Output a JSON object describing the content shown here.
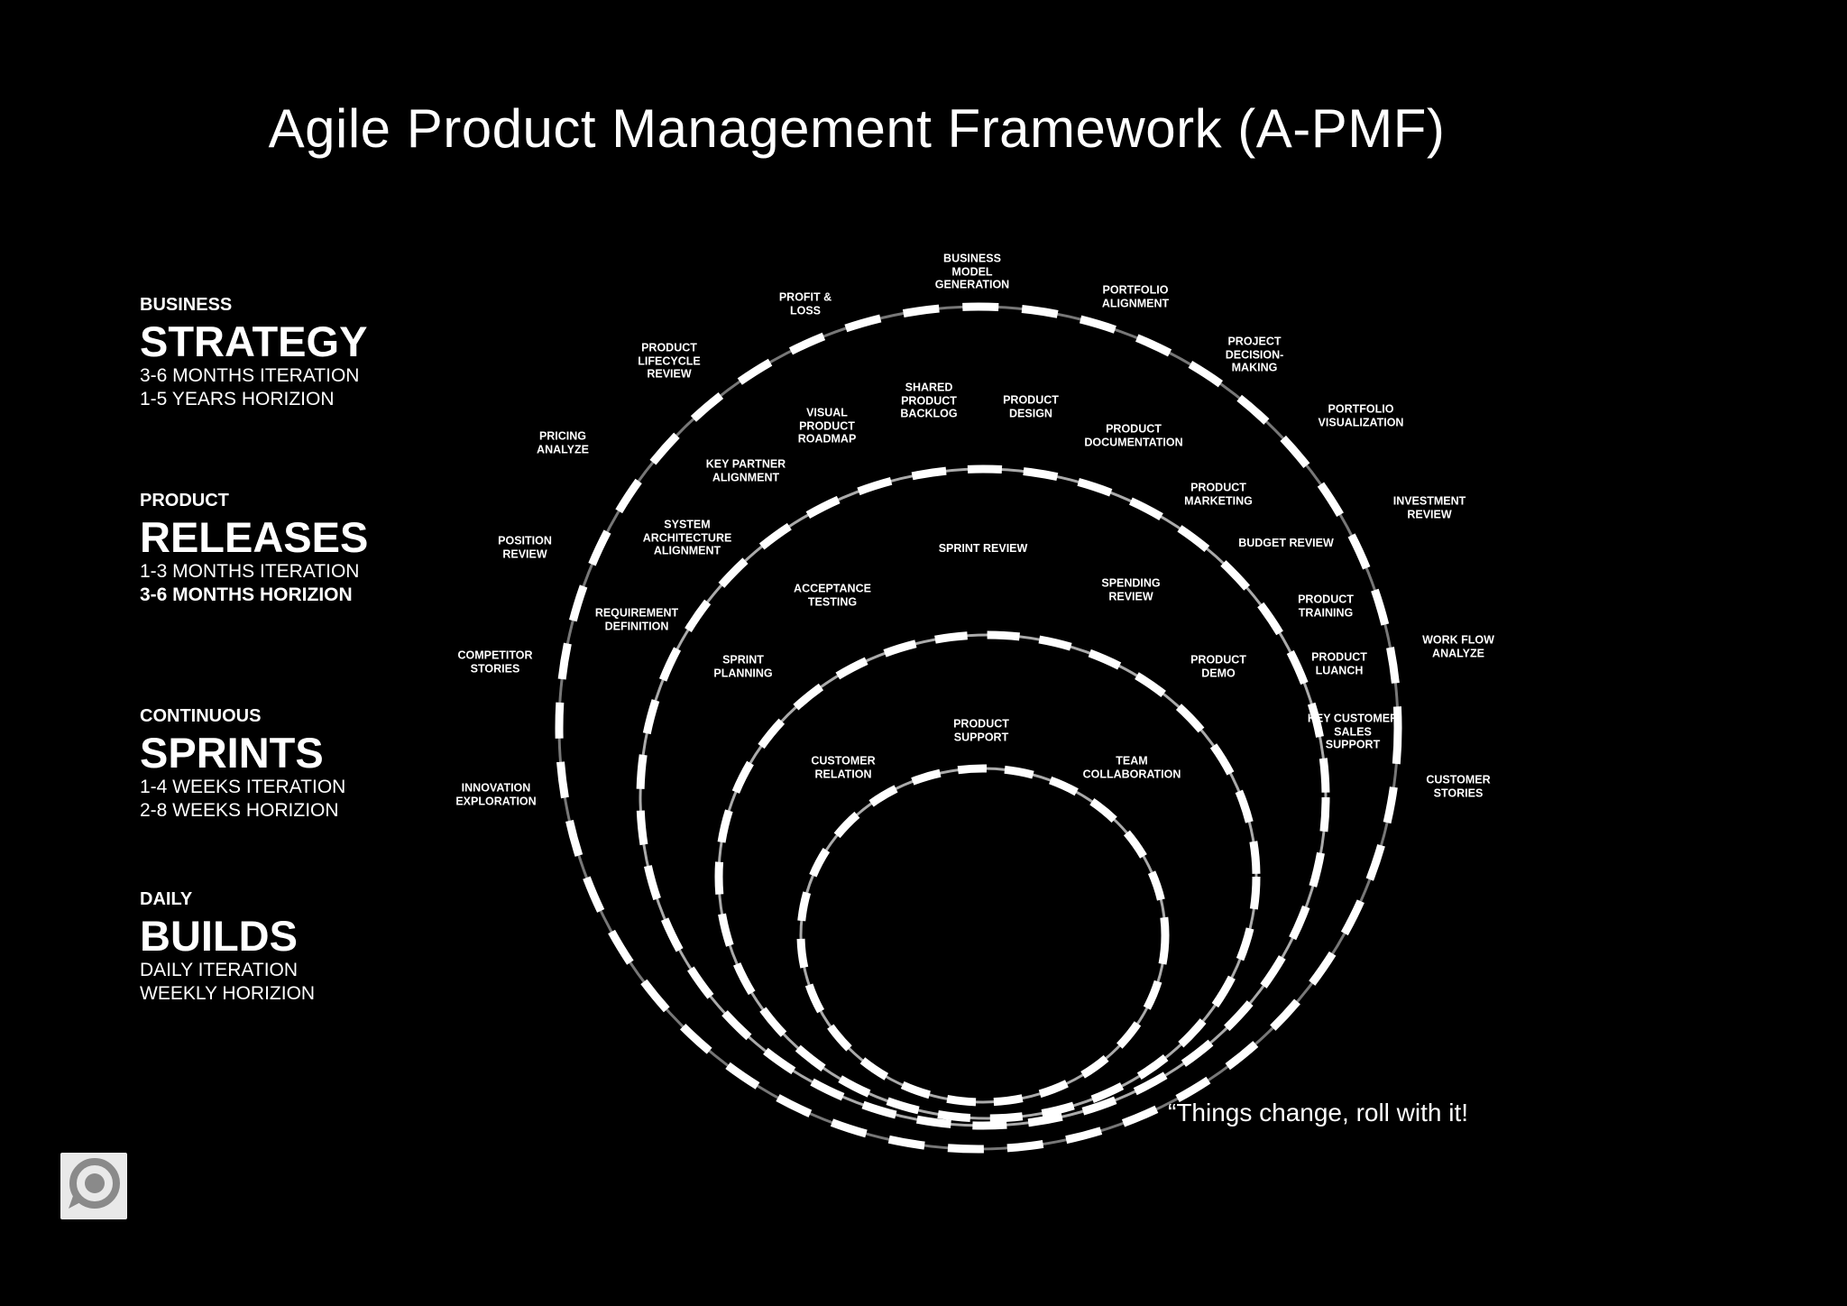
{
  "title": "Agile Product Management Framework (A-PMF)",
  "legend": [
    {
      "kicker": "BUSINESS",
      "name": "STRATEGY",
      "line1": "3-6 MONTHS ITERATION",
      "line2": "1-5 YEARS HORIZION"
    },
    {
      "kicker": "PRODUCT",
      "name": "RELEASES",
      "line1": "1-3 MONTHS ITERATION",
      "line2": "3-6 MONTHS HORIZION"
    },
    {
      "kicker": "CONTINUOUS",
      "name": "SPRINTS",
      "line1": "1-4 WEEKS ITERATION",
      "line2": "2-8 WEEKS HORIZION"
    },
    {
      "kicker": "DAILY",
      "name": "BUILDS",
      "line1": "DAILY ITERATION",
      "line2": "WEEKLY HORIZION"
    }
  ],
  "labels": {
    "business_model_generation": "BUSINESS\nMODEL\nGENERATION",
    "profit_loss": "PROFIT &\nLOSS",
    "portfolio_alignment": "PORTFOLIO\nALIGNMENT",
    "product_lifecycle_review": "PRODUCT\nLIFECYCLE\nREVIEW",
    "project_decision_making": "PROJECT\nDECISION-\nMAKING",
    "portfolio_visualization": "PORTFOLIO\nVISUALIZATION",
    "pricing_analyze": "PRICING\nANALYZE",
    "investment_review": "INVESTMENT\nREVIEW",
    "position_review": "POSITION\nREVIEW",
    "work_flow_analyze": "WORK FLOW\nANALYZE",
    "competitor_stories": "COMPETITOR\nSTORIES",
    "customer_stories": "CUSTOMER\nSTORIES",
    "innovation_exploration": "INNOVATION\nEXPLORATION",
    "shared_product_backlog": "SHARED\nPRODUCT\nBACKLOG",
    "product_design": "PRODUCT\nDESIGN",
    "visual_product_roadmap": "VISUAL\nPRODUCT\nROADMAP",
    "product_documentation": "PRODUCT\nDOCUMENTATION",
    "key_partner_alignment": "KEY PARTNER\nALIGNMENT",
    "product_marketing": "PRODUCT\nMARKETING",
    "system_architecture_alignment": "SYSTEM\nARCHITECTURE\nALIGNMENT",
    "budget_review": "BUDGET REVIEW",
    "requirement_definition": "REQUIREMENT\nDEFINITION",
    "product_training": "PRODUCT\nTRAINING",
    "product_luanch": "PRODUCT\nLUANCH",
    "key_customer_sales_support": "KEY CUSTOMER\nSALES\nSUPPORT",
    "sprint_review": "SPRINT REVIEW",
    "acceptance_testing": "ACCEPTANCE\nTESTING",
    "spending_review": "SPENDING\nREVIEW",
    "sprint_planning": "SPRINT\nPLANNING",
    "product_demo": "PRODUCT\nDEMO",
    "product_support": "PRODUCT\nSUPPORT",
    "customer_relation": "CUSTOMER\nRELATION",
    "team_collaboration": "TEAM\nCOLLABORATION"
  },
  "quote": "“Things change, roll with it!",
  "colors": {
    "background": "#000000",
    "foreground": "#ffffff",
    "logo": "#e9e9e9"
  },
  "logo_icon": "speech-bubble-target-icon"
}
